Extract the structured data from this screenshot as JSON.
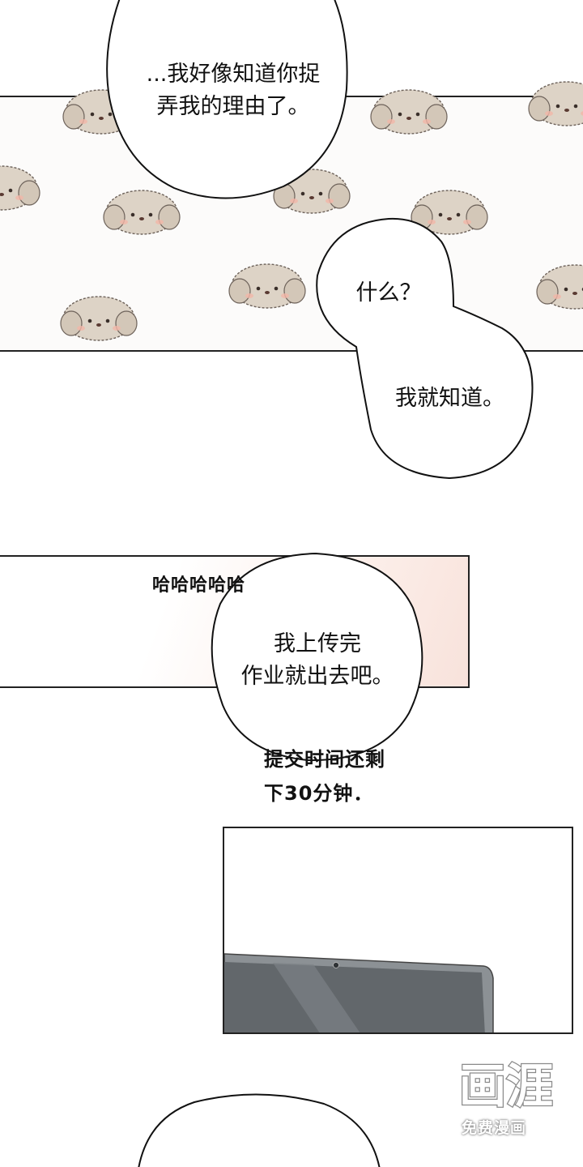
{
  "panels": {
    "panel1": {
      "bubble_top": "...我好像知道你捉\n弄我的理由了。",
      "bubble_what": "什么？",
      "bubble_knew": "我就知道。"
    },
    "panel2": {
      "sfx_laugh": "哈哈哈哈哈",
      "bubble_upload": "我上传完\n作业就出去吧。",
      "caption_time": "提交时间还剩\n下30分钟．"
    }
  },
  "watermark": {
    "logo_text": "画涯",
    "subtitle": "免费漫画"
  },
  "colors": {
    "dog_fur": "#d9cfc2",
    "laptop_body": "#8f9498",
    "laptop_screen": "#5f6468",
    "blush_gradient": "#f8e0d8"
  }
}
